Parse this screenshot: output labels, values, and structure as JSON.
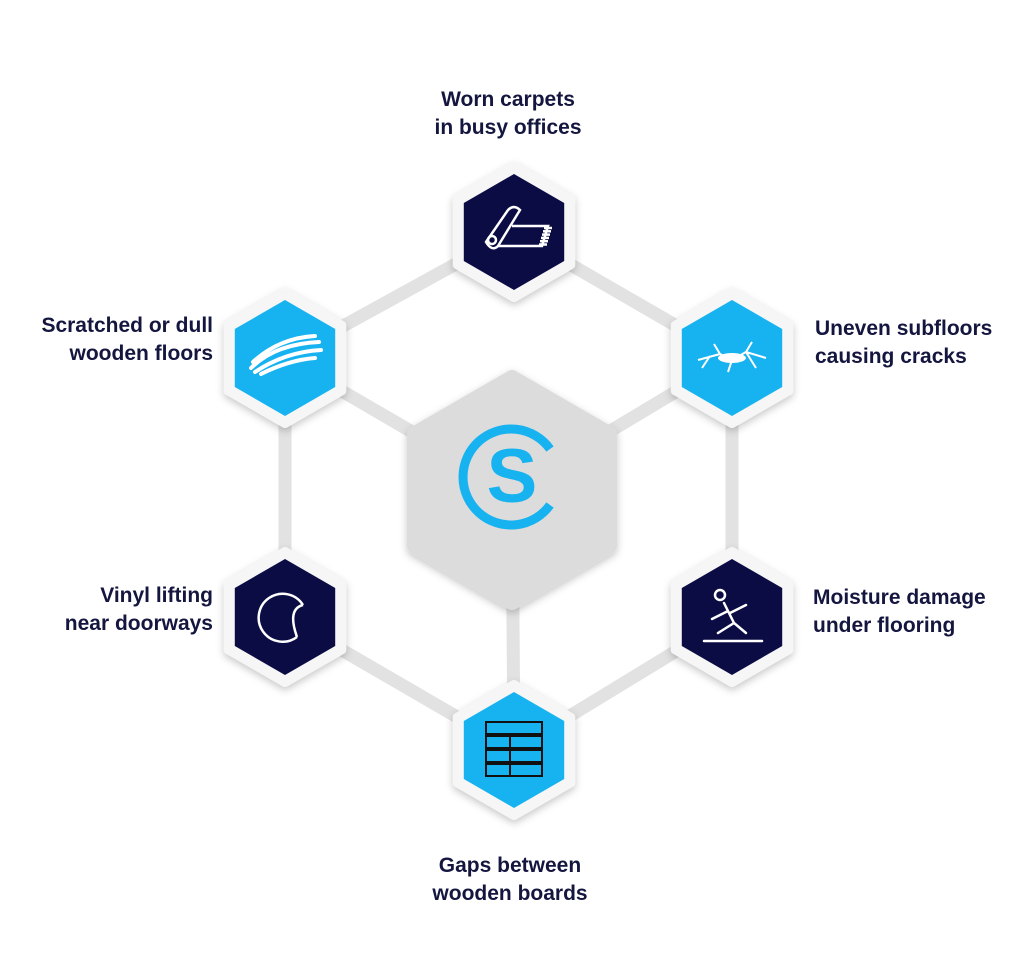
{
  "title": "Common flooring problems",
  "colors": {
    "navy": "#0b0c44",
    "blue": "#17b2f0",
    "gray": "#dcdcdc",
    "connector": "#e2e2e2",
    "text": "#14163f"
  },
  "center": {
    "logo": "SC-logo"
  },
  "nodes": [
    {
      "id": "worn-carpets",
      "lines": [
        "Worn carpets",
        "in busy offices"
      ],
      "icon": "carpet-roll-icon",
      "fill": "navy"
    },
    {
      "id": "uneven-subfloors",
      "lines": [
        "Uneven subfloors",
        "causing cracks"
      ],
      "icon": "cracked-floor-icon",
      "fill": "blue"
    },
    {
      "id": "moisture-damage",
      "lines": [
        "Moisture damage",
        "under flooring"
      ],
      "icon": "slip-hazard-icon",
      "fill": "navy"
    },
    {
      "id": "gaps-boards",
      "lines": [
        "Gaps between",
        "wooden boards"
      ],
      "icon": "wooden-boards-icon",
      "fill": "blue"
    },
    {
      "id": "vinyl-lifting",
      "lines": [
        "Vinyl lifting",
        "near doorways"
      ],
      "icon": "peeling-sticker-icon",
      "fill": "navy"
    },
    {
      "id": "scratched-floors",
      "lines": [
        "Scratched or dull",
        "wooden floors"
      ],
      "icon": "scratch-icon",
      "fill": "blue"
    }
  ]
}
